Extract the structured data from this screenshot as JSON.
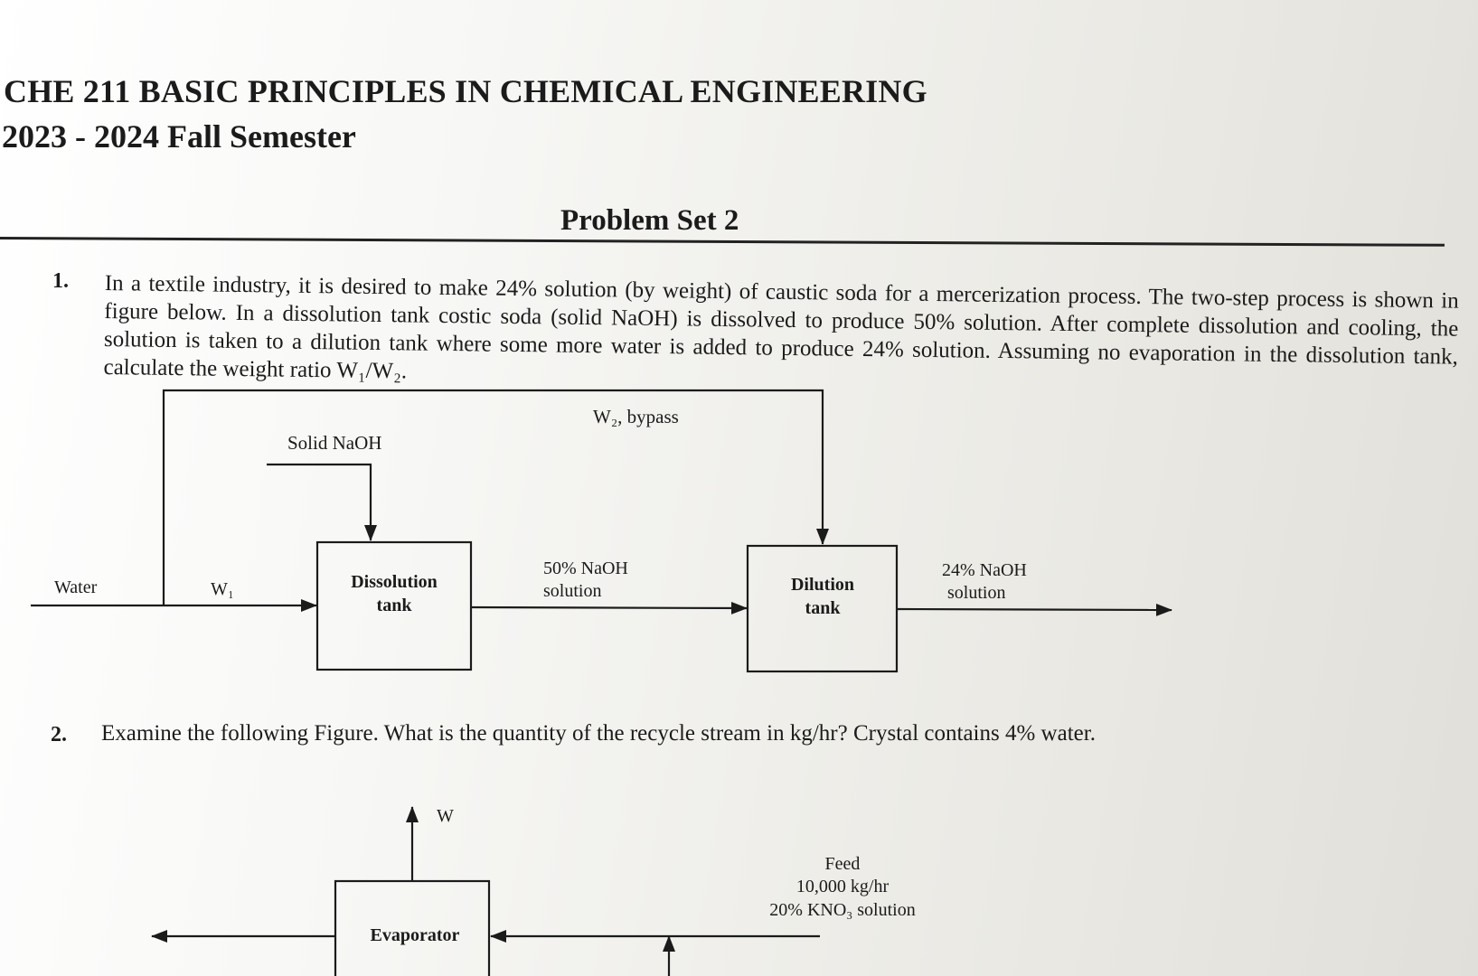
{
  "header": {
    "course": "CHE 211  BASIC PRINCIPLES IN CHEMICAL ENGINEERING",
    "semester": "2023 - 2024 Fall Semester"
  },
  "problem_set_title": "Problem Set 2",
  "q1": {
    "number": "1.",
    "text": "In a textile industry, it is desired to make 24% solution (by weight) of caustic soda for a mercerization process. The two-step process is shown in figure below. In a dissolution tank costic soda (solid NaOH) is dissolved to produce 50% solution. After complete dissolution and cooling, the solution is taken to a dilution tank where some more water is added to produce 24% solution. Assuming no evaporation in the dissolution tank, calculate the weight ratio W₁/W₂.",
    "diagram": {
      "bypass": "W₂, bypass",
      "solid": "Solid NaOH",
      "water": "Water",
      "w1": "W₁",
      "dissolution_1": "Dissolution",
      "dissolution_2": "tank",
      "mid_1": "50% NaOH",
      "mid_2": "solution",
      "dilution_1": "Dilution",
      "dilution_2": "tank",
      "out_1": "24% NaOH",
      "out_2": "solution"
    }
  },
  "q2": {
    "number": "2.",
    "text": "Examine the following Figure. What is the quantity of the recycle stream in kg/hr? Crystal contains 4% water.",
    "diagram": {
      "w": "W",
      "evaporator": "Evaporator",
      "feed_1": "Feed",
      "feed_2": "10,000 kg/hr",
      "feed_3": "20% KNO₃ solution"
    }
  }
}
